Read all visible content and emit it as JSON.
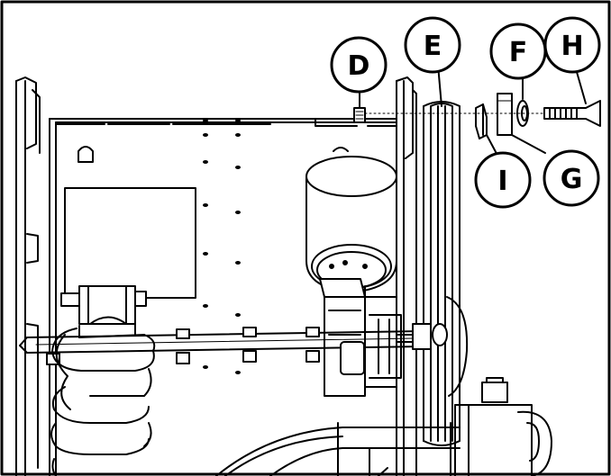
{
  "callouts": [
    {
      "id": "D",
      "label": "D"
    },
    {
      "id": "E",
      "label": "E"
    },
    {
      "id": "F",
      "label": "F"
    },
    {
      "id": "H",
      "label": "H"
    },
    {
      "id": "I",
      "label": "I"
    },
    {
      "id": "G",
      "label": "G"
    }
  ],
  "colors": {
    "line": "#000000",
    "fill": "#ffffff",
    "shade": "#e6e6e6",
    "dark": "#333333"
  }
}
